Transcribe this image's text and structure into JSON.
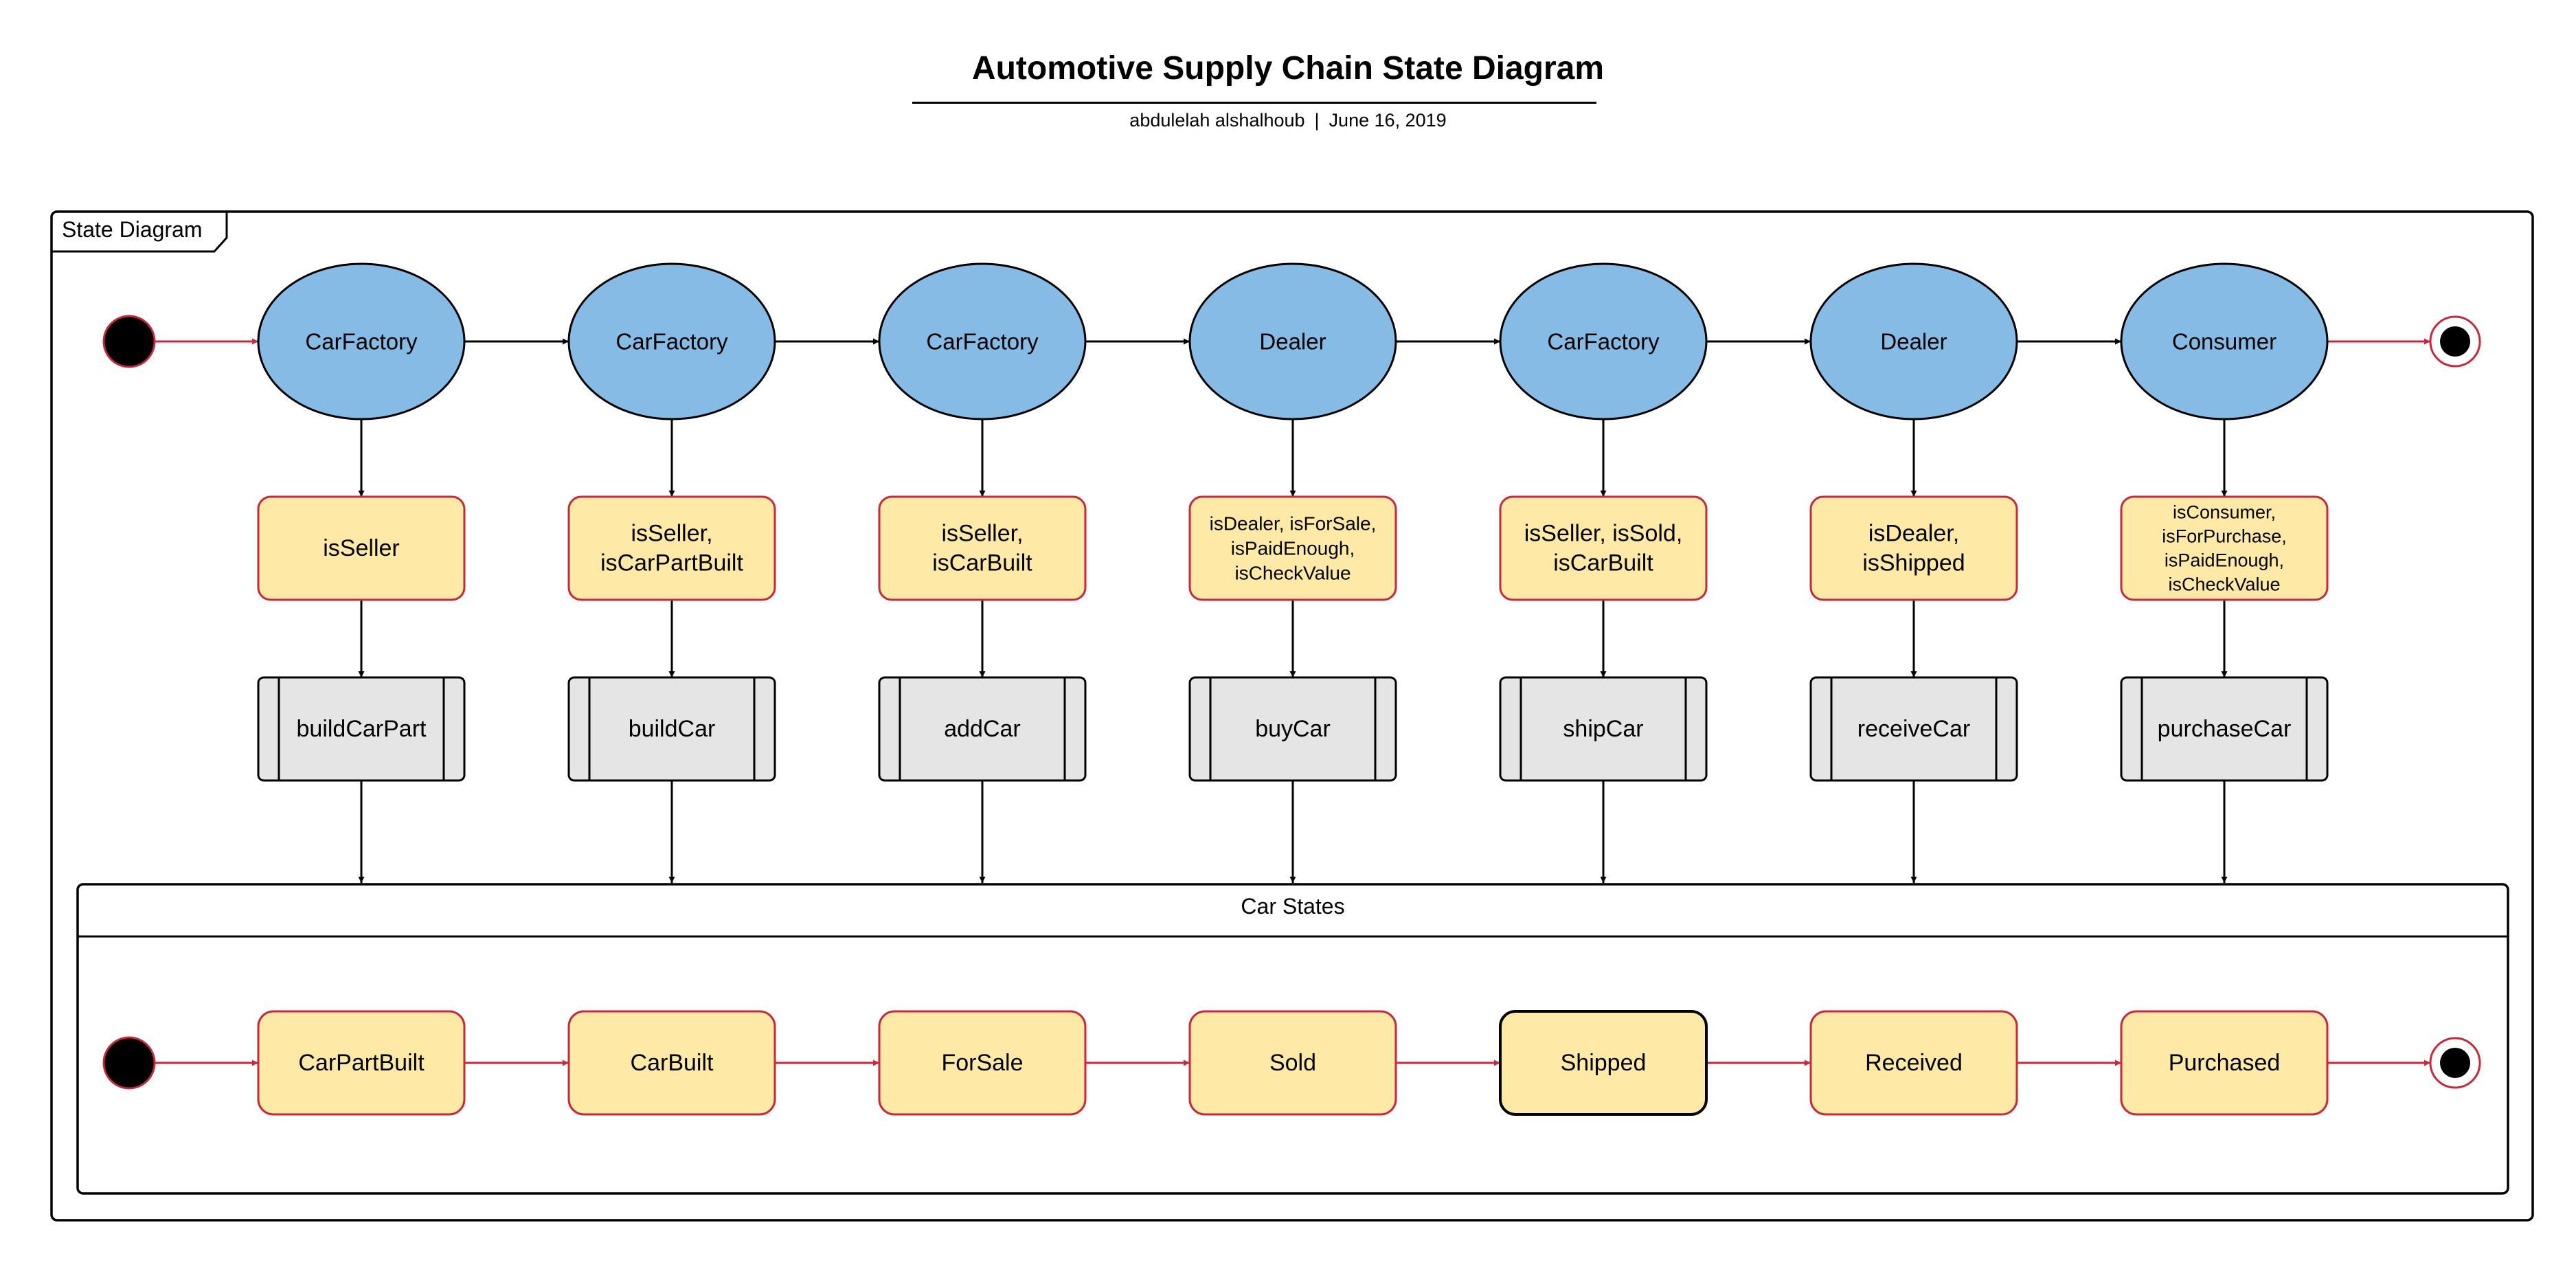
{
  "header": {
    "title": "Automotive Supply Chain State Diagram",
    "author": "abdulelah alshalhoub",
    "separator": "|",
    "date": "June 16, 2019"
  },
  "frame": {
    "label": "State Diagram"
  },
  "actors": [
    {
      "label": "CarFactory",
      "guard": [
        "isSeller"
      ],
      "action": "buildCarPart"
    },
    {
      "label": "CarFactory",
      "guard": [
        "isSeller,",
        "isCarPartBuilt"
      ],
      "action": "buildCar"
    },
    {
      "label": "CarFactory",
      "guard": [
        "isSeller,",
        "isCarBuilt"
      ],
      "action": "addCar"
    },
    {
      "label": "Dealer",
      "guard": [
        "isDealer, isForSale,",
        "isPaidEnough,",
        "isCheckValue"
      ],
      "action": "buyCar"
    },
    {
      "label": "CarFactory",
      "guard": [
        "isSeller, isSold,",
        "isCarBuilt"
      ],
      "action": "shipCar"
    },
    {
      "label": "Dealer",
      "guard": [
        "isDealer,",
        "isShipped"
      ],
      "action": "receiveCar"
    },
    {
      "label": "Consumer",
      "guard": [
        "isConsumer,",
        "isForPurchase,",
        "isPaidEnough,",
        "isCheckValue"
      ],
      "action": "purchaseCar"
    }
  ],
  "car_states": {
    "title": "Car States",
    "states": [
      "CarPartBuilt",
      "CarBuilt",
      "ForSale",
      "Sold",
      "Shipped",
      "Received",
      "Purchased"
    ],
    "highlighted_index": 4
  },
  "colors": {
    "actor_fill": "#85BBE5",
    "guard_fill": "#FEE9A6",
    "guard_stroke": "#C8283B",
    "action_fill": "#E5E5E5",
    "red_arrow": "#C8283B",
    "dark": "#000000"
  }
}
